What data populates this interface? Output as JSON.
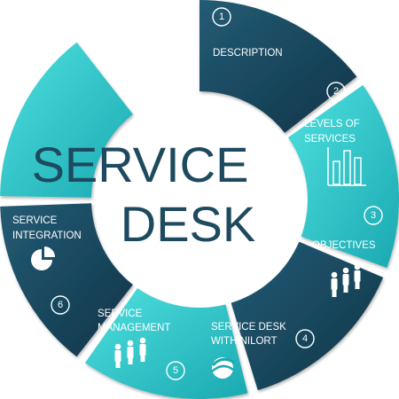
{
  "title": {
    "line1": "SERVICE",
    "line2": "DESK"
  },
  "segments": [
    {
      "number": "1",
      "lines": [
        "DESCRIPTION"
      ],
      "icon": "none"
    },
    {
      "number": "2",
      "lines": [
        "LEVELS OF",
        "SERVICES"
      ],
      "icon": "bar-chart-icon"
    },
    {
      "number": "3",
      "lines": [
        "OBJECTIVES"
      ],
      "icon": "people-icon"
    },
    {
      "number": "4",
      "lines": [
        "SERVICE DESK",
        "WITH NILORT"
      ],
      "icon": "logo-icon"
    },
    {
      "number": "5",
      "lines": [
        "SERVICE",
        "MANAGEMENT"
      ],
      "icon": "people-icon"
    },
    {
      "number": "6",
      "lines": [
        "SERVICE",
        "INTEGRATION"
      ],
      "icon": "pie-chart-icon"
    }
  ],
  "colors": {
    "dark": "#1c4f66",
    "teal": "#2cc6c6",
    "title": "#1e4a5f"
  }
}
